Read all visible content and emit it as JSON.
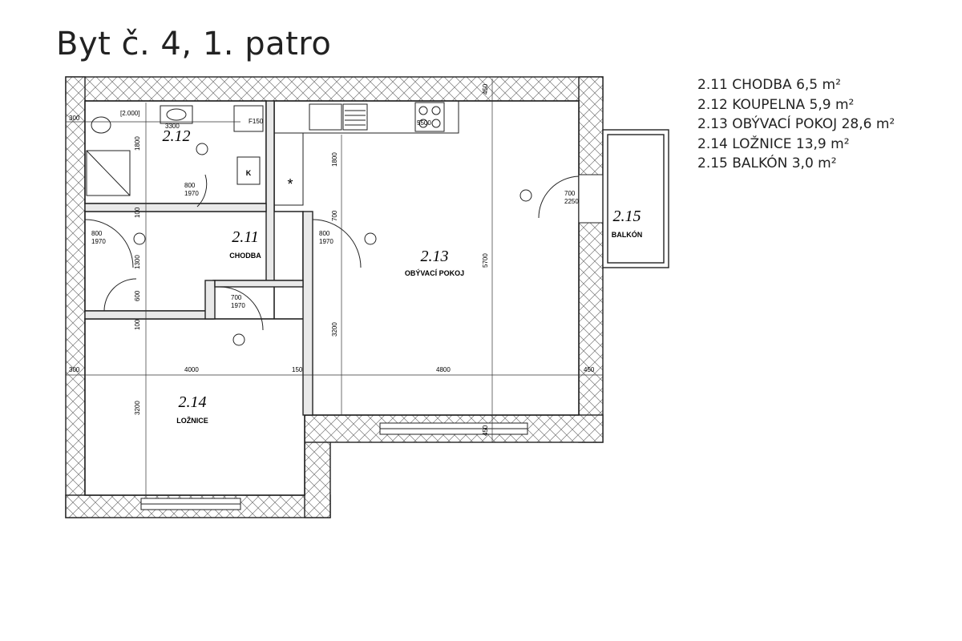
{
  "title": "Byt č. 4, 1. patro",
  "rooms": [
    {
      "id": "2.11",
      "text": "2.11 CHODBA 6,5 m²"
    },
    {
      "id": "2.12",
      "text": "2.12 KOUPELNA 5,9 m²"
    },
    {
      "id": "2.13",
      "text": "2.13 OBÝVACÍ POKOJ 28,6 m²"
    },
    {
      "id": "2.14",
      "text": "2.14 LOŽNICE 13,9 m²"
    },
    {
      "id": "2.15",
      "text": "2.15 BALKÓN 3,0 m²"
    }
  ],
  "plan": {
    "rooms": {
      "r211": {
        "num": "2.11",
        "name": "CHODBA"
      },
      "r212": {
        "num": "2.12",
        "name": ""
      },
      "r213": {
        "num": "2.13",
        "name": "OBÝVACÍ POKOJ"
      },
      "r214": {
        "num": "2.14",
        "name": "LOŽNICE"
      },
      "r215": {
        "num": "2.15",
        "name": "BALKÓN"
      }
    },
    "dims": {
      "d300a": "300",
      "d1800a": "1800",
      "d100a": "100",
      "d1300": "1300",
      "d600": "600",
      "d100b": "100",
      "d300b": "300",
      "d4000": "4000",
      "d150": "150",
      "d4800": "4800",
      "d450r": "450",
      "d3200l": "3200",
      "d450top": "450",
      "d450bot": "450",
      "d1800k": "1800",
      "d700k": "700",
      "d3200k": "3200",
      "d5700": "5700",
      "d2000": "[2.000]",
      "d3300": "3300",
      "d5500": "5500",
      "dF150": "F150"
    },
    "doors": {
      "door1w": "800",
      "door1h": "1970",
      "door2w": "800",
      "door2h": "1970",
      "door3w": "700",
      "door3h": "1970",
      "door4w": "800",
      "door4h": "1970",
      "door5w": "700",
      "door5h": "2250"
    },
    "marks": {
      "k": "K",
      "star": "*"
    }
  }
}
